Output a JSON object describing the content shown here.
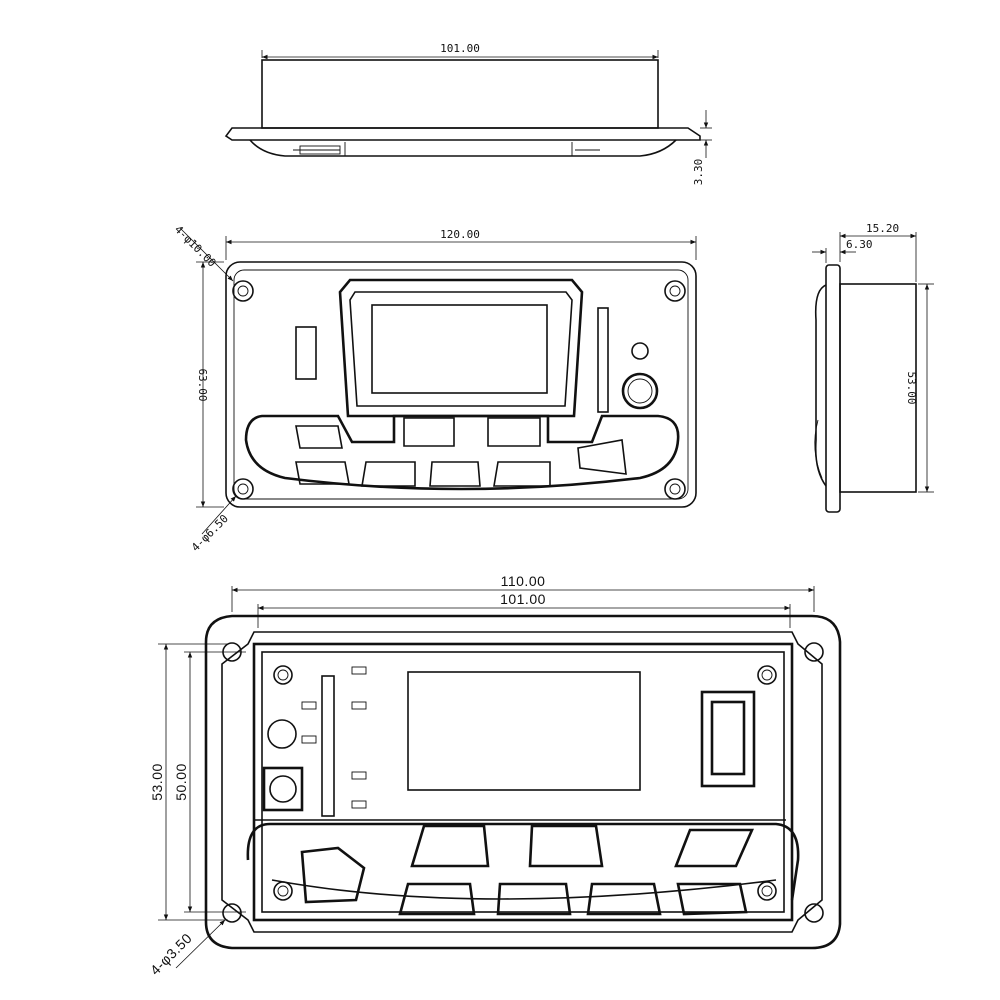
{
  "dimensions": {
    "top_width": "101.00",
    "top_thickness": "3.30",
    "front_hole": "4-φ10.00",
    "front_width": "120.00",
    "front_height": "63.00",
    "front_small_hole": "4-φ6.50",
    "side_depth": "15.20",
    "side_flange": "6.30",
    "side_height": "53.00",
    "rear_outer_width": "110.00",
    "rear_inner_width": "101.00",
    "rear_outer_height": "53.00",
    "rear_inner_height": "50.00",
    "rear_hole": "4-φ3.50"
  }
}
